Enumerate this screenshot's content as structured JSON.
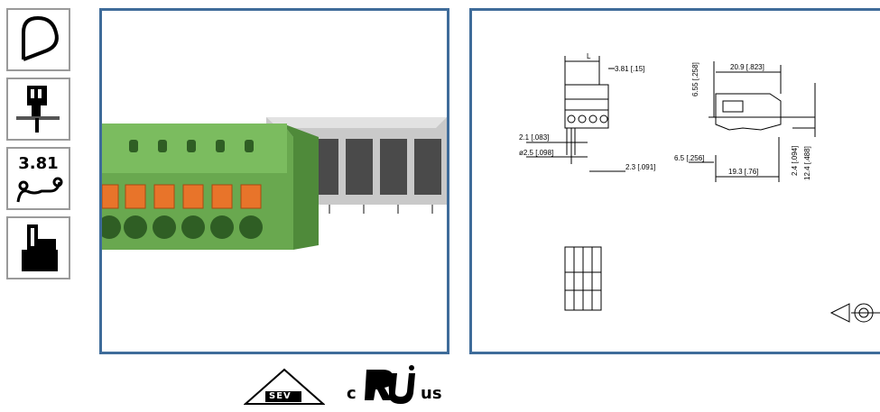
{
  "sidebar": {
    "icons": [
      {
        "name": "loop-wire-icon"
      },
      {
        "name": "pcb-mount-icon"
      },
      {
        "name": "pitch-wire-icon",
        "label": "3.81"
      },
      {
        "name": "wire-insertion-icon"
      }
    ]
  },
  "drawing": {
    "dims": {
      "L": "L",
      "pitch": "3.81 [.15]",
      "d21": "2.1 [.083]",
      "d25": "ø2.5 [.098]",
      "d23": "2.3 [.091]",
      "d655": "6.55 [.258]",
      "d209": "20.9 [.823]",
      "d65": "6.5 [.256]",
      "d193": "19.3 [.76]",
      "d24": "2.4 [.094]",
      "d124": "12.4 [.488]"
    }
  },
  "certifications": {
    "sev": "SEV",
    "ul_c": "c",
    "ul_us": "us"
  },
  "colors": {
    "panel_border": "#3f6c9a",
    "connector_green": "#6aa84f",
    "lever_orange": "#e8742a",
    "header_grey": "#b9b9b9"
  }
}
